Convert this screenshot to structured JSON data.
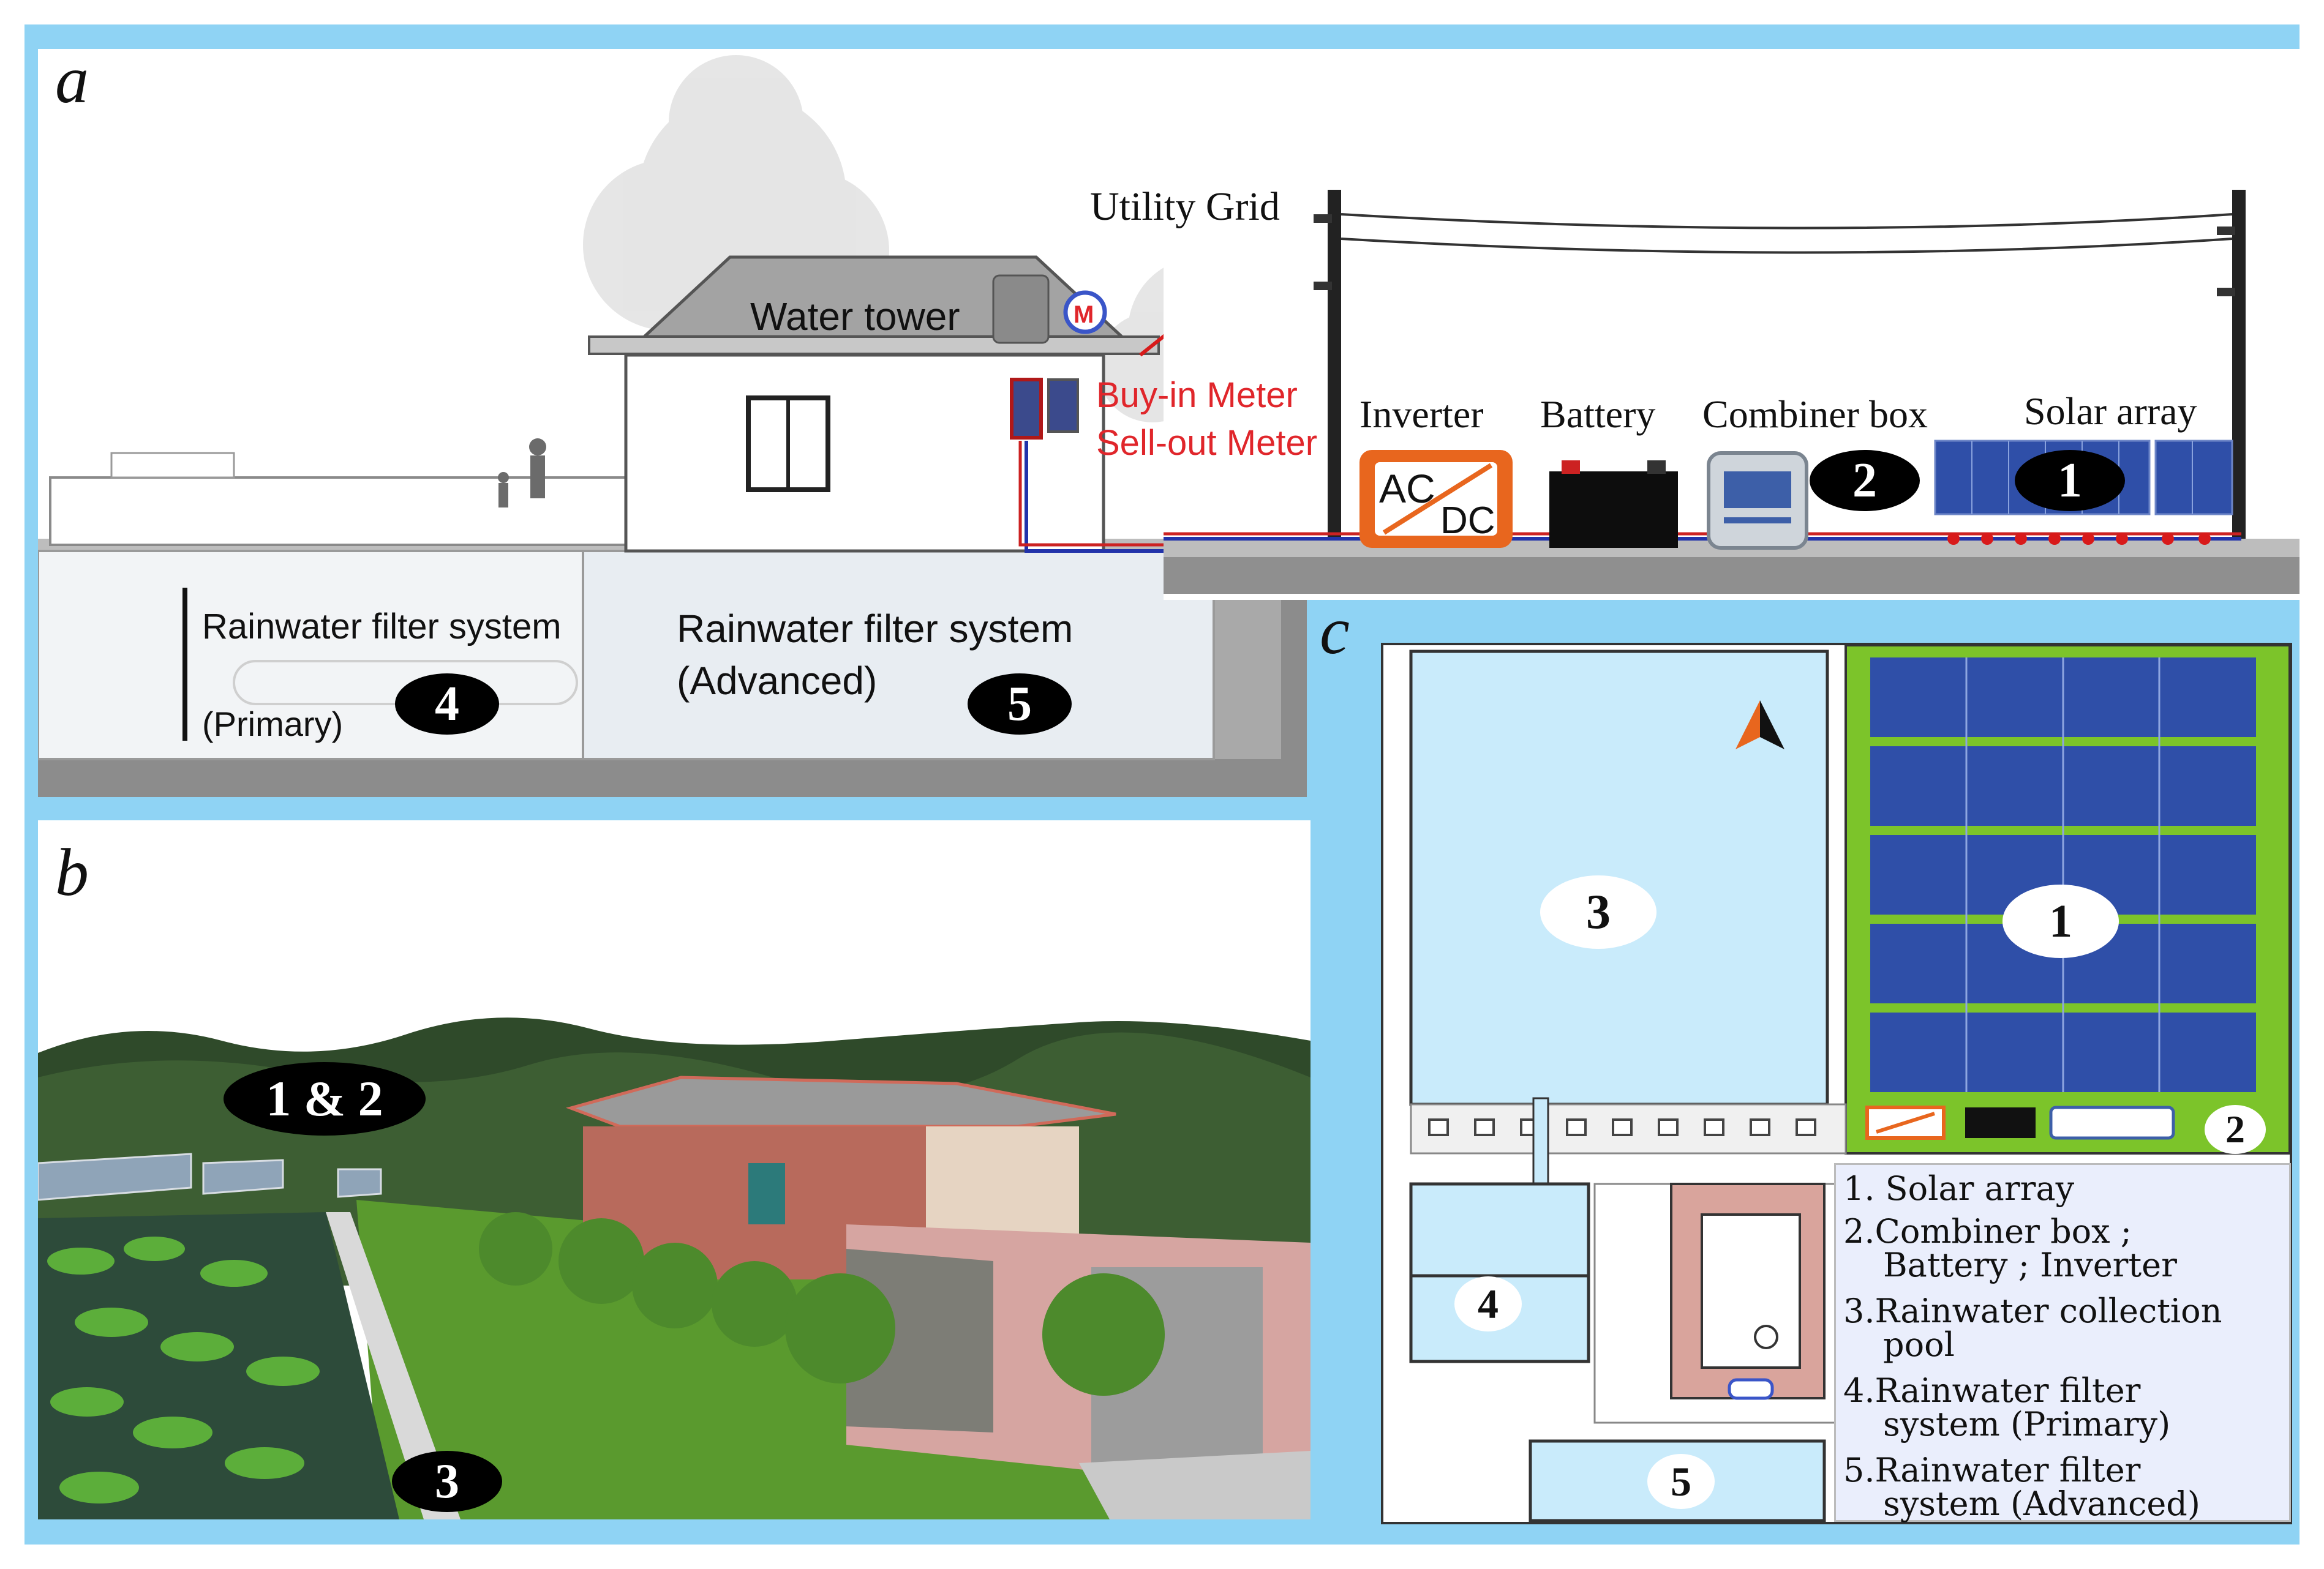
{
  "panels": {
    "a": {
      "letter": "a",
      "labels": {
        "utility_grid": "Utility Grid",
        "water_tower": "Water tower",
        "meter_symbol": "M",
        "buy_in_meter": "Buy-in Meter",
        "sell_out_meter": "Sell-out Meter",
        "inverter": "Inverter",
        "inverter_ac": "AC",
        "inverter_dc": "DC",
        "battery": "Battery",
        "combiner_box": "Combiner box",
        "solar_array": "Solar array",
        "rf_primary_line1": "Rainwater filter system",
        "rf_primary_line2": "(Primary)",
        "rf_advanced_line1": "Rainwater filter system",
        "rf_advanced_line2": "(Advanced)"
      },
      "badges": [
        "1",
        "2",
        "4",
        "5"
      ]
    },
    "b": {
      "letter": "b",
      "badges": {
        "solar_combiner": "1 & 2",
        "pool": "3"
      }
    },
    "c": {
      "letter": "c",
      "badges": [
        "1",
        "2",
        "3",
        "4",
        "5"
      ],
      "legend": [
        "1. Solar array",
        "2.Combiner box ;",
        "Battery ; Inverter",
        "3.Rainwater collection",
        "pool",
        "4.Rainwater filter",
        "system (Primary)",
        "5.Rainwater filter",
        "system (Advanced)"
      ]
    }
  },
  "colors": {
    "frame": "#8fd3f4",
    "meter_red": "#e0262b",
    "inverter_orange": "#e8661e",
    "solar_blue": "#2f4fa8",
    "plan_green": "#7cc42a",
    "pool_blue": "#c9ebfb",
    "roof_pink": "#d9a49c"
  }
}
